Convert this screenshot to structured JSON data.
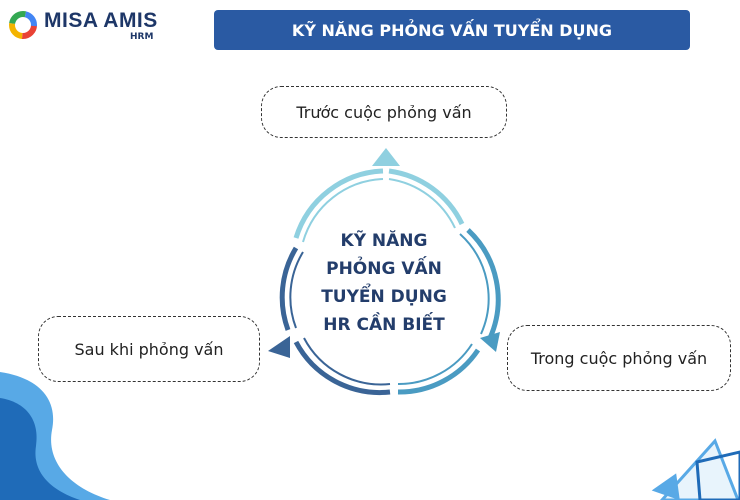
{
  "logo": {
    "brand": "MISA AMIS",
    "sub": "HRM"
  },
  "header": {
    "title": "KỸ NĂNG PHỎNG VẤN TUYỂN DỤNG"
  },
  "center": {
    "lines": [
      "KỸ NĂNG",
      "PHỎNG VẤN",
      "TUYỂN DỤNG",
      "HR CẦN BIẾT"
    ]
  },
  "nodes": {
    "before": "Trước cuộc phỏng vấn",
    "during": "Trong cuộc phỏng vấn",
    "after": "Sau khi phỏng vấn"
  },
  "colors": {
    "banner": "#2a5aa3",
    "arc_top": "#8fd0e0",
    "arc_right": "#4a9bc2",
    "arc_left": "#3a6496",
    "wave_dark": "#1f6bb8",
    "wave_light": "#58a9e6"
  }
}
